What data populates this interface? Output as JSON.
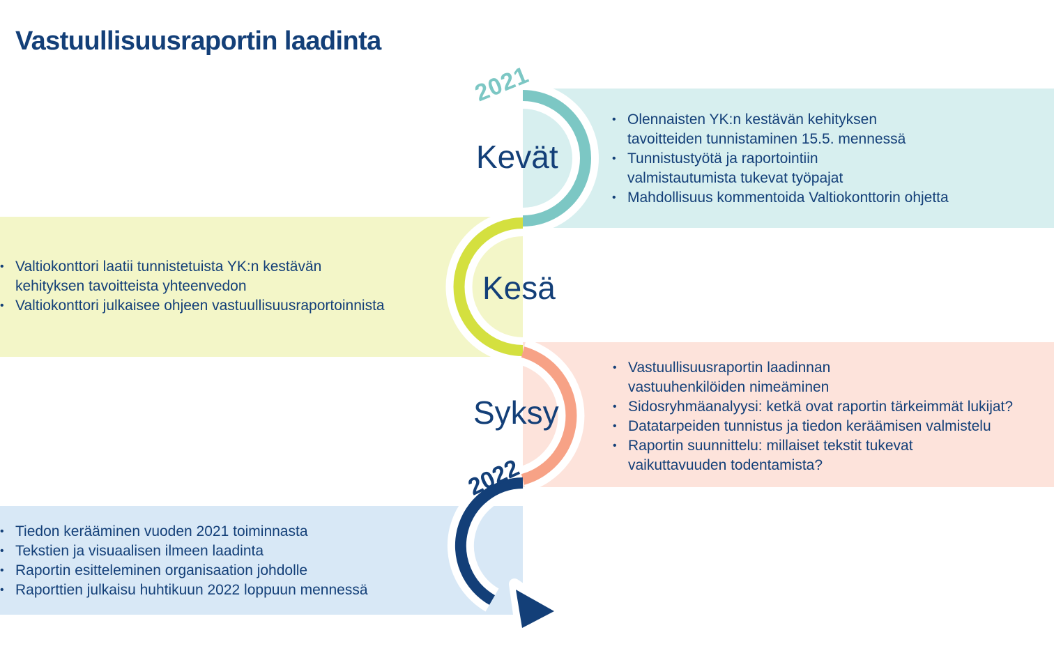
{
  "title": "Vastuullisuusraportin laadinta",
  "years": {
    "start": "2021",
    "end": "2022"
  },
  "stages": [
    {
      "season": "Kevät",
      "color": "#7cc7c4",
      "band_color": "#d7efef",
      "items": [
        "Olennaisten YK:n kestävän kehityksen tavoitteiden tunnistaminen 15.5. mennessä",
        "Tunnistustyötä ja raportointiin valmistautumista tukevat työpajat",
        "Mahdollisuus kommentoida Valtiokonttorin ohjetta"
      ]
    },
    {
      "season": "Kesä",
      "color": "#d4e03f",
      "band_color": "#f3f6c8",
      "items": [
        "Valtiokonttori laatii tunnistetuista YK:n kestävän kehityksen tavoitteista yhteenvedon",
        "Valtiokonttori julkaisee ohjeen vastuullisuusraportoinnista"
      ]
    },
    {
      "season": "Syksy",
      "color": "#f7a286",
      "band_color": "#fde3db",
      "items": [
        "Vastuullisuusraportin laadinnan vastuuhenkilöiden nimeäminen",
        "Sidosryhmäanalyysi: ketkä ovat raportin tärkeimmät lukijat?",
        "Datatarpeiden tunnistus ja tiedon keräämisen valmistelu",
        "Raportin suunnittelu: millaiset tekstit tukevat vaikuttavuuden todentamista?"
      ]
    },
    {
      "season": "",
      "color": "#133f78",
      "band_color": "#d8e8f6",
      "items": [
        "Tiedon kerääminen vuoden 2021 toiminnasta",
        "Tekstien ja visuaalisen ilmeen laadinta",
        "Raportin esitteleminen organisaation johdolle",
        "Raporttien julkaisu huhtikuun 2022 loppuun mennessä"
      ]
    }
  ]
}
